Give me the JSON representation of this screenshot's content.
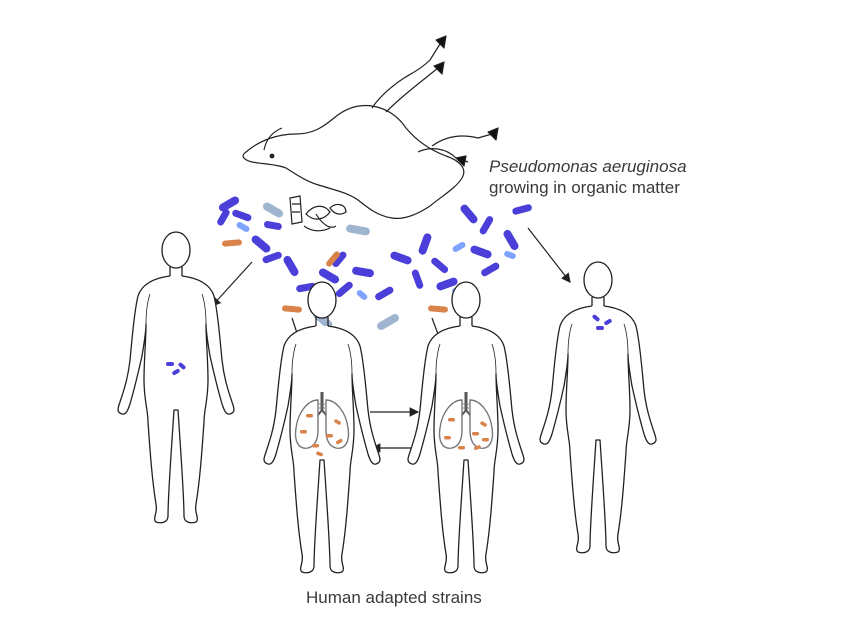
{
  "labels": {
    "species": "Pseudomonas aeruginosa",
    "growing": "growing in organic matter",
    "human_adapted": "Human adapted strains"
  },
  "colors": {
    "bacteria_blue": "#4a3fd8",
    "bacteria_blue_light": "#7fa4ff",
    "bacteria_pale": "#9fb4cf",
    "bacteria_orange": "#d9824a",
    "line": "#222222"
  },
  "icons": {
    "carcass": "deer-carcass-icon",
    "waste": "organic-waste-icon",
    "human": "human-outline-icon",
    "lungs": "lungs-icon"
  }
}
